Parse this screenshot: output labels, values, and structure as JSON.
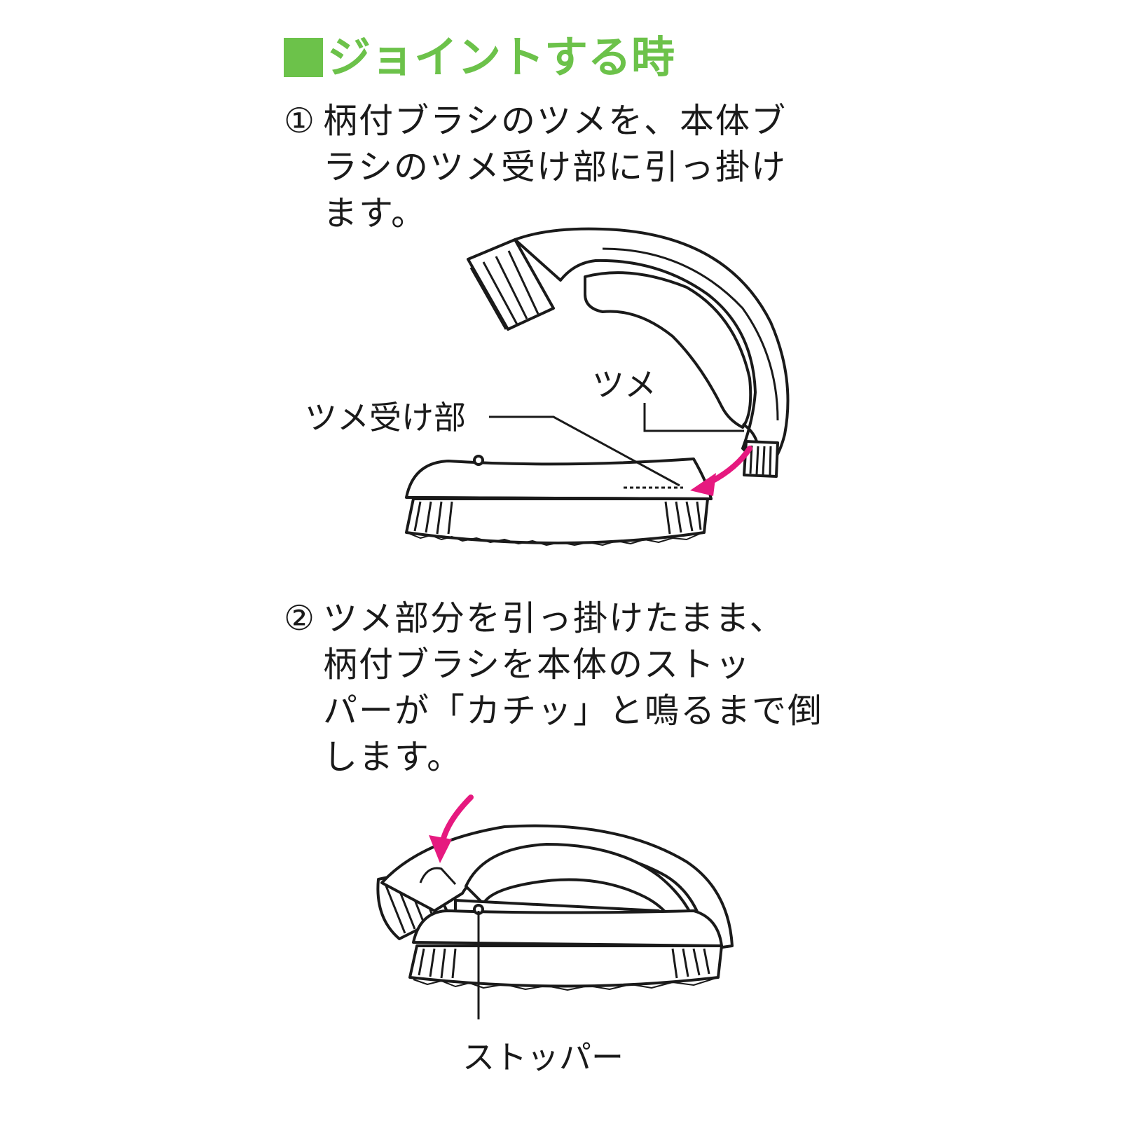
{
  "heading": {
    "marker": "■",
    "text": "ジョイントする時",
    "color": "#6cc24a"
  },
  "step1": {
    "number": "①",
    "lines": [
      "柄付ブラシのツメを、本体ブ",
      "ラシのツメ受け部に引っ掛け",
      "ます。"
    ]
  },
  "step2": {
    "number": "②",
    "lines": [
      "ツメ部分を引っ掛けたまま、",
      "柄付ブラシを本体のストッ",
      "パーが「カチッ」と鳴るまで倒",
      "します。"
    ]
  },
  "labels": {
    "tsume": "ツメ",
    "tsume_uke": "ツメ受け部",
    "stopper": "ストッパー"
  },
  "colors": {
    "arrow": "#e6197f",
    "line": "#1a1a1a"
  }
}
